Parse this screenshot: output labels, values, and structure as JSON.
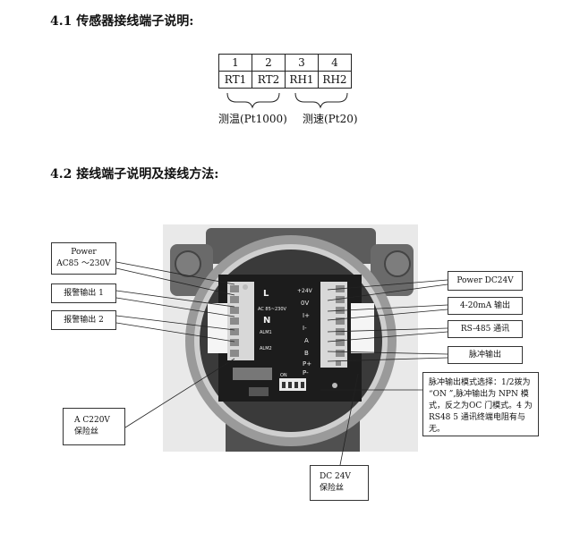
{
  "section1": {
    "title": "4.1 传感器接线端子说明:",
    "table": {
      "numbers": [
        "1",
        "2",
        "3",
        "4"
      ],
      "labels": [
        "RT1",
        "RT2",
        "RH1",
        "RH2"
      ]
    },
    "group_temp": "测温(Pt1000)",
    "group_speed": "测速(Pt20)"
  },
  "section2": {
    "title": "4.2 接线端子说明及接线方法:"
  },
  "callouts": {
    "power_ac_line1": "Power",
    "power_ac_line2": "AC85 ～230V",
    "alarm1": "报警输出 1",
    "alarm2": "报警输出 2",
    "fuse_ac_line1": "A C220V",
    "fuse_ac_line2": "保险丝",
    "power_dc": "Power DC24V",
    "current_out": "4-20mA 输出",
    "rs485": "RS-485 通讯",
    "pulse_out": "脉冲输出",
    "pulse_mode_line1": "脉冲输出模式选择：1/2拨为",
    "pulse_mode_line2": "“ON ”,脉冲输出为 NPN 模",
    "pulse_mode_line3": "式，反之为OC 门模式。4 为",
    "pulse_mode_line4": "RS48 5 通讯终端电阻有与无。",
    "fuse_dc_line1": "DC 24V",
    "fuse_dc_line2": "保险丝"
  },
  "board": {
    "left_labels": [
      "L",
      "AC\n85~230V",
      "N",
      "ALM1",
      "ALM2"
    ],
    "right_labels": [
      "+24V",
      "0V",
      "I+",
      "I-",
      "A",
      "B",
      "P+",
      "P-"
    ],
    "dip_label": "ON"
  }
}
